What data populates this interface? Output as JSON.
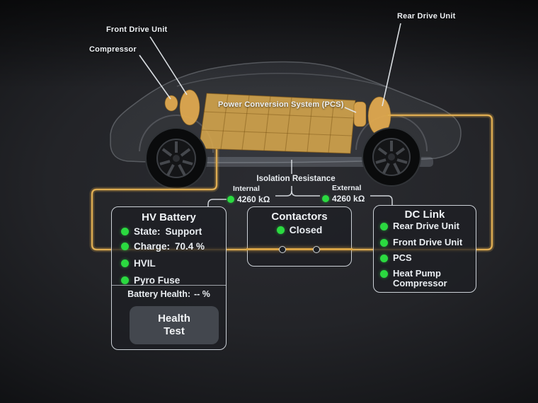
{
  "callouts": {
    "front_drive_unit": "Front Drive Unit",
    "compressor": "Compressor",
    "rear_drive_unit": "Rear Drive Unit",
    "pcs": "Power Conversion System (PCS)"
  },
  "isolation": {
    "title": "Isolation Resistance",
    "internal_label": "Internal",
    "internal_value": "4260 kΩ",
    "external_label": "External",
    "external_value": "4260 kΩ"
  },
  "hv_battery": {
    "title": "HV Battery",
    "state_label": "State:",
    "state_value": "Support",
    "charge_label": "Charge:",
    "charge_value": "70.4 %",
    "hvil_label": "HVIL",
    "pyro_label": "Pyro Fuse",
    "health_label": "Battery Health:",
    "health_value": "-- %",
    "health_button_line1": "Health",
    "health_button_line2": "Test"
  },
  "contactors": {
    "title": "Contactors",
    "status": "Closed"
  },
  "dc_link": {
    "title": "DC Link",
    "items": [
      "Rear Drive Unit",
      "Front Drive Unit",
      "PCS",
      "Heat Pump Compressor"
    ]
  },
  "colors": {
    "wire": "#d8a446",
    "highlight": "#dda94e",
    "status_green": "#2bda40",
    "panel_border": "#ccd1d7"
  }
}
